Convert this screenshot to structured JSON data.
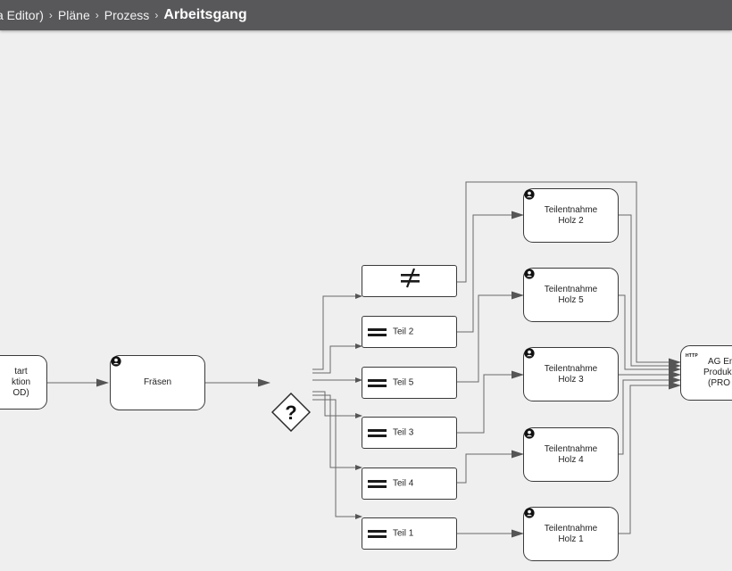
{
  "breadcrumb": {
    "items": [
      "a Editor)",
      "Pläne",
      "Prozess"
    ],
    "current": "Arbeitsgang",
    "separator": "›"
  },
  "diagram": {
    "start": {
      "lines": [
        "tart",
        "ktion",
        "OD)"
      ]
    },
    "fraesen": {
      "label": "Fräsen",
      "icon": "user-icon"
    },
    "gateway": {
      "symbol": "?"
    },
    "conditions": [
      {
        "label": "",
        "icon": "not-equal-icon"
      },
      {
        "label": "Teil 2",
        "icon": "equals-icon"
      },
      {
        "label": "Teil 5",
        "icon": "equals-icon"
      },
      {
        "label": "Teil 3",
        "icon": "equals-icon"
      },
      {
        "label": "Teil 4",
        "icon": "equals-icon"
      },
      {
        "label": "Teil 1",
        "icon": "equals-icon"
      }
    ],
    "tasks": [
      {
        "lines": [
          "Teilentnahme",
          "Holz 2"
        ],
        "icon": "user-icon"
      },
      {
        "lines": [
          "Teilentnahme",
          "Holz 5"
        ],
        "icon": "user-icon"
      },
      {
        "lines": [
          "Teilentnahme",
          "Holz 3"
        ],
        "icon": "user-icon"
      },
      {
        "lines": [
          "Teilentnahme",
          "Holz 4"
        ],
        "icon": "user-icon"
      },
      {
        "lines": [
          "Teilentnahme",
          "Holz 1"
        ],
        "icon": "user-icon"
      }
    ],
    "end": {
      "lines": [
        "AG En",
        "Produk",
        "(PRO"
      ],
      "badge": "HTTP"
    }
  },
  "colors": {
    "topbar": "#58575a",
    "canvas": "#efefef",
    "edge": "#6a6a6a",
    "node_border": "#3a3a3a"
  }
}
